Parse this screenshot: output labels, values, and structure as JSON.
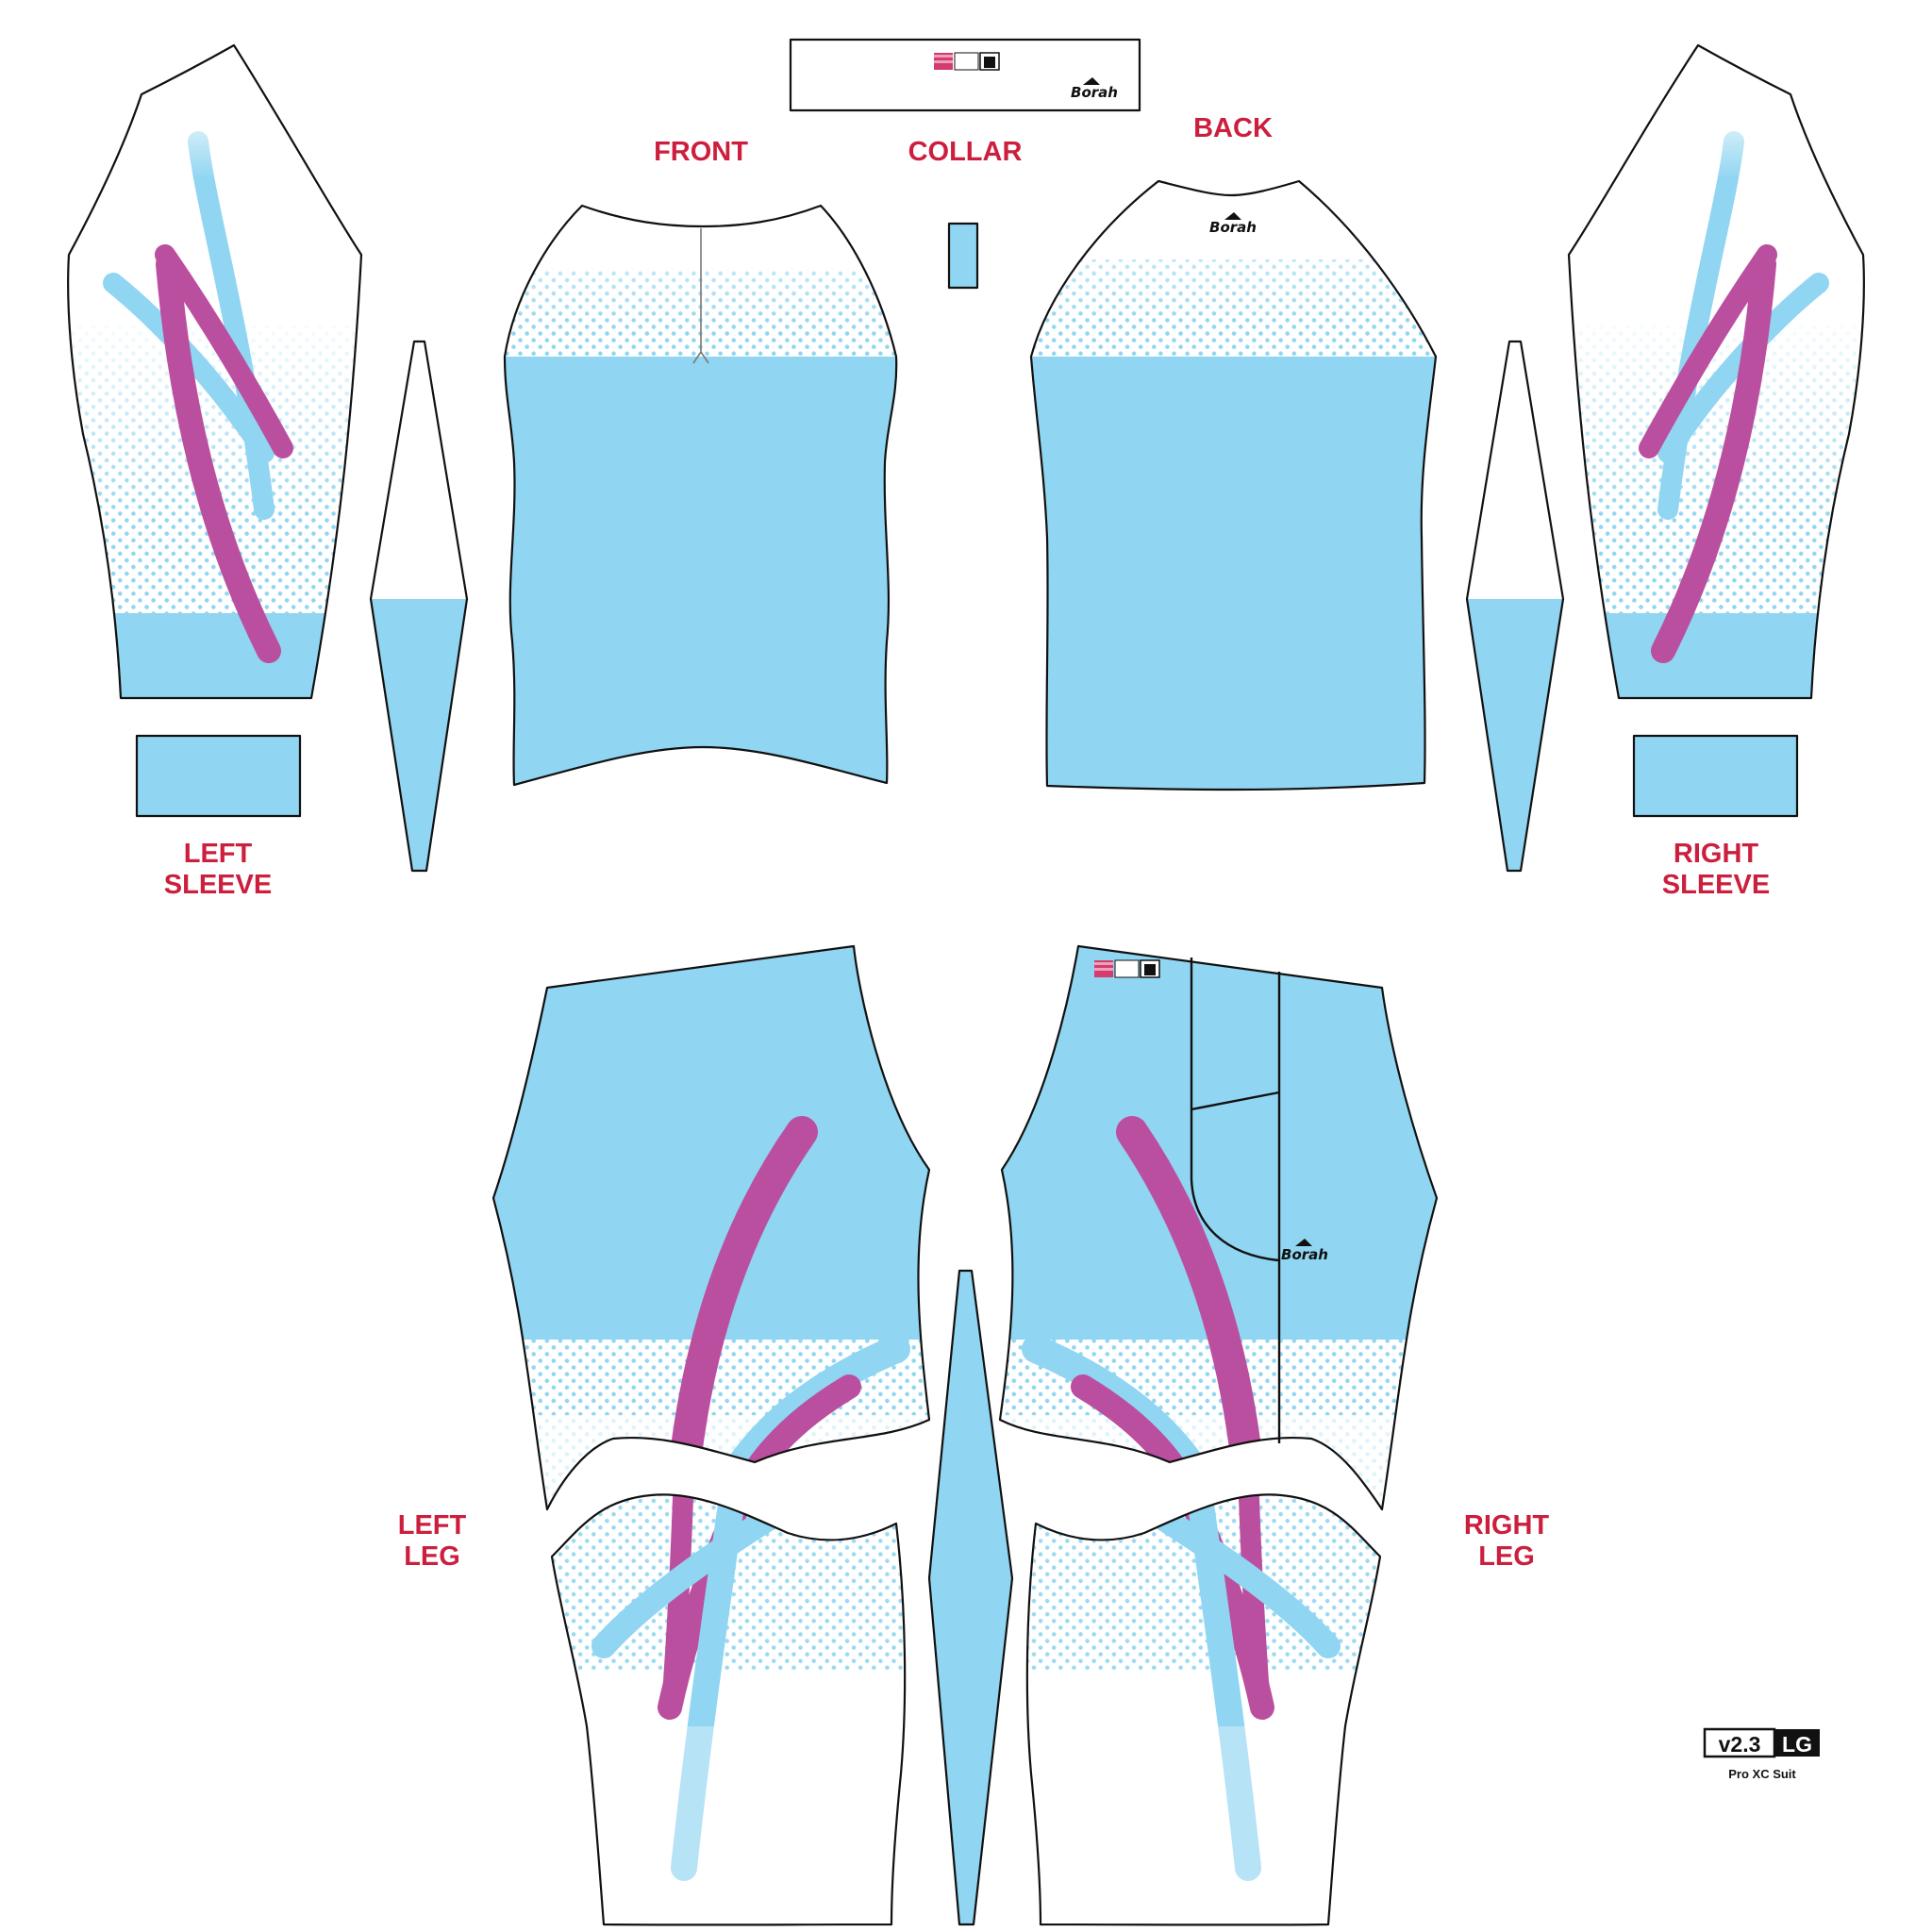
{
  "colors": {
    "sky_blue": "#90d5f1",
    "magenta": "#bb4f9f",
    "label_red": "#cc1f3d",
    "outline": "#111111"
  },
  "labels": {
    "front": "FRONT",
    "collar": "COLLAR",
    "back": "BACK",
    "left_sleeve_line1": "LEFT",
    "left_sleeve_line2": "SLEEVE",
    "right_sleeve_line1": "RIGHT",
    "right_sleeve_line2": "SLEEVE",
    "left_leg_line1": "LEFT",
    "left_leg_line2": "LEG",
    "right_leg_line1": "RIGHT",
    "right_leg_line2": "LEG"
  },
  "brand": {
    "name": "Borah"
  },
  "version_badge": {
    "version": "v2.3",
    "size": "LG",
    "product": "Pro XC Suit"
  },
  "icons": {
    "size_tag": "size-tag-icon",
    "brand_logo": "borah-mountain-logo-icon"
  }
}
